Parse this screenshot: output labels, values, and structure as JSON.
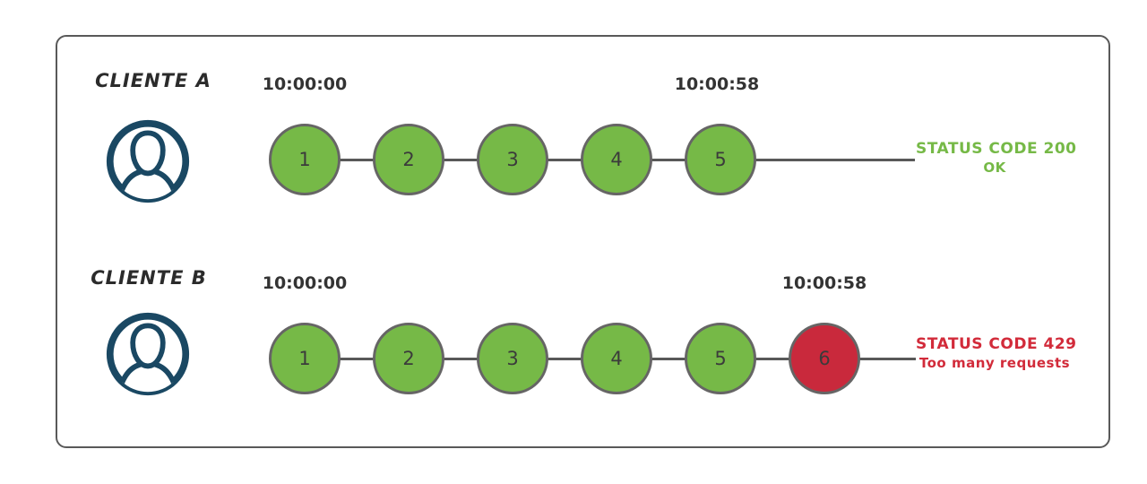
{
  "colors": {
    "ok": "#76b947",
    "blocked": "#c9293c",
    "ok_text": "#76b947",
    "blocked_text": "#d22b3a",
    "avatar": "#1a4863",
    "line": "#595959"
  },
  "rows": [
    {
      "client": "CLIENTE A",
      "start_time": "10:00:00",
      "end_time": "10:00:58",
      "requests": [
        {
          "label": "1",
          "state": "ok"
        },
        {
          "label": "2",
          "state": "ok"
        },
        {
          "label": "3",
          "state": "ok"
        },
        {
          "label": "4",
          "state": "ok"
        },
        {
          "label": "5",
          "state": "ok"
        }
      ],
      "status": {
        "line1": "STATUS CODE 200",
        "line2": "OK"
      }
    },
    {
      "client": "CLIENTE B",
      "start_time": "10:00:00",
      "end_time": "10:00:58",
      "requests": [
        {
          "label": "1",
          "state": "ok"
        },
        {
          "label": "2",
          "state": "ok"
        },
        {
          "label": "3",
          "state": "ok"
        },
        {
          "label": "4",
          "state": "ok"
        },
        {
          "label": "5",
          "state": "ok"
        },
        {
          "label": "6",
          "state": "blocked"
        }
      ],
      "status": {
        "line1": "STATUS CODE 429",
        "line2": "Too many requests"
      }
    }
  ]
}
